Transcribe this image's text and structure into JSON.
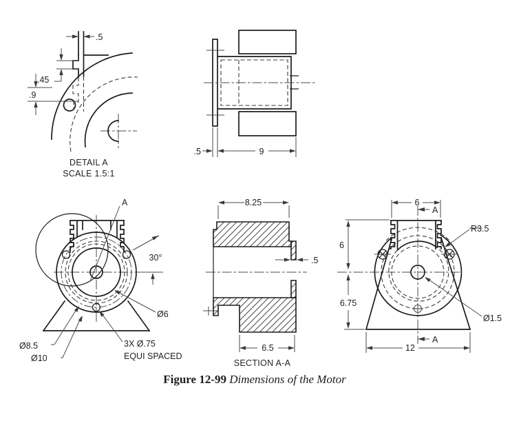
{
  "caption": {
    "label": "Figure 12-99",
    "title": "Dimensions of the Motor"
  },
  "views": {
    "detail_a": {
      "title": "DETAIL A",
      "scale": "SCALE 1.5:1",
      "dim_fin_width": ".5",
      "dim_fin_pitch": ".45",
      "dim_hole_offset": ".9"
    },
    "side": {
      "dim_flange": ".5",
      "dim_length": "9"
    },
    "front": {
      "marker": "A",
      "angle": "30°",
      "dia_bore": "Ø6",
      "dia_bolt_circle": "Ø8.5",
      "dia_outer": "Ø10",
      "holes_count": "3X Ø.75",
      "holes_note": "EQUI SPACED"
    },
    "section": {
      "dim_overall": "8.25",
      "dim_wall": ".5",
      "dim_base": "6.5",
      "title": "SECTION A-A"
    },
    "rear": {
      "dim_top_width": "6",
      "marker_top": "A",
      "fin_radius": "R3.5",
      "dim_upper": "6",
      "dim_lower": "6.75",
      "dia_hole": "Ø1.5",
      "dim_base_width": "12",
      "marker_bottom": "A"
    }
  }
}
